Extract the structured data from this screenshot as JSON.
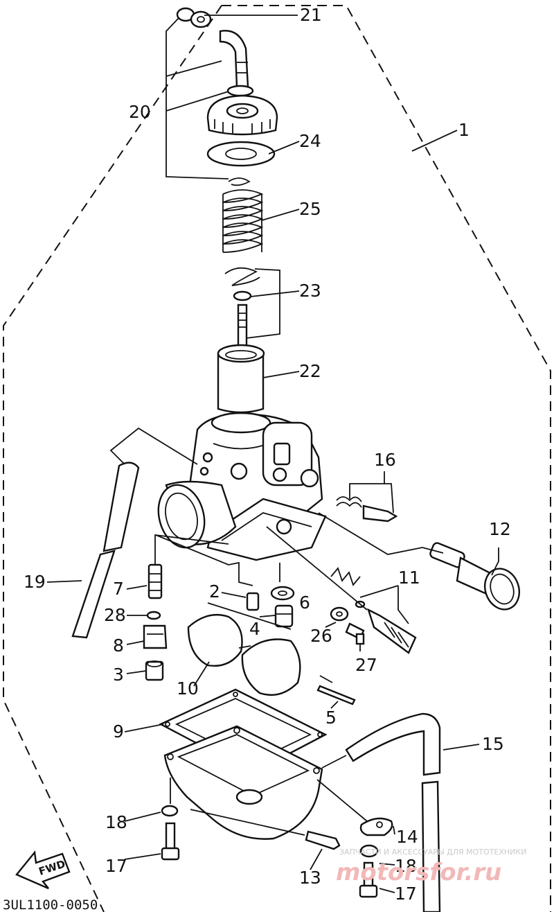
{
  "labels": {
    "l1": "1",
    "l2": "2",
    "l3": "3",
    "l4": "4",
    "l5": "5",
    "l6": "6",
    "l7": "7",
    "l8": "8",
    "l9": "9",
    "l10": "10",
    "l11": "11",
    "l12": "12",
    "l13": "13",
    "l14": "14",
    "l15": "15",
    "l16": "16",
    "l17a": "17",
    "l17b": "17",
    "l18a": "18",
    "l18b": "18",
    "l19": "19",
    "l20": "20",
    "l21": "21",
    "l22": "22",
    "l23": "23",
    "l24": "24",
    "l25": "25",
    "l26": "26",
    "l27": "27",
    "l28": "28"
  },
  "diagram_code": "3UL1100-0050",
  "fwd_label": "FWD",
  "watermark": {
    "caption": "ЗАПЧАСТИ И АКСЕССУАРЫ ДЛЯ МОТОТЕХНИКИ",
    "site": "motorsfor.ru"
  }
}
